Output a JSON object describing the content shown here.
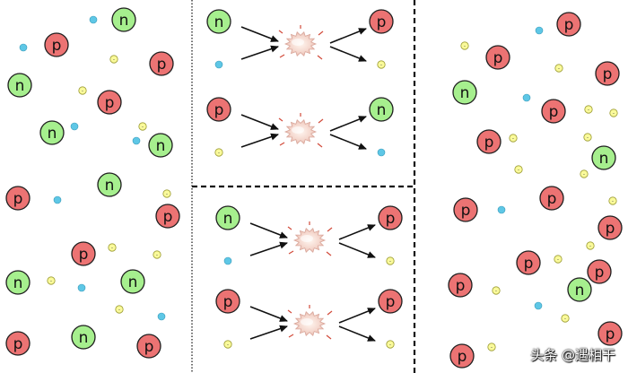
{
  "labels": {
    "neutron": "n",
    "proton": "p",
    "positron": "+",
    "electron": "-"
  },
  "colors": {
    "neutron_fill": "#a6ef8e",
    "neutron_stroke": "#1f1f1f",
    "proton_fill": "#ec7373",
    "proton_stroke": "#1f1f1f",
    "neutrino_fill": "#5ec7e6",
    "positron_fill": "#fafa9a",
    "positron_stroke": "#9a9a30",
    "divider": "#111111"
  },
  "reactions": {
    "top_left_panel": [
      {
        "inputs": [
          "neutron",
          "neutrino"
        ],
        "outputs": [
          "proton",
          "electron"
        ]
      },
      {
        "inputs": [
          "proton",
          "electron"
        ],
        "outputs": [
          "neutron",
          "neutrino"
        ]
      }
    ],
    "bottom_left_panel": [
      {
        "inputs": [
          "neutron",
          "neutrino"
        ],
        "outputs": [
          "proton",
          "electron"
        ]
      },
      {
        "inputs": [
          "proton",
          "electron"
        ],
        "outputs": [
          "proton",
          "electron"
        ]
      }
    ]
  },
  "watermark": "头条 @遇相干"
}
